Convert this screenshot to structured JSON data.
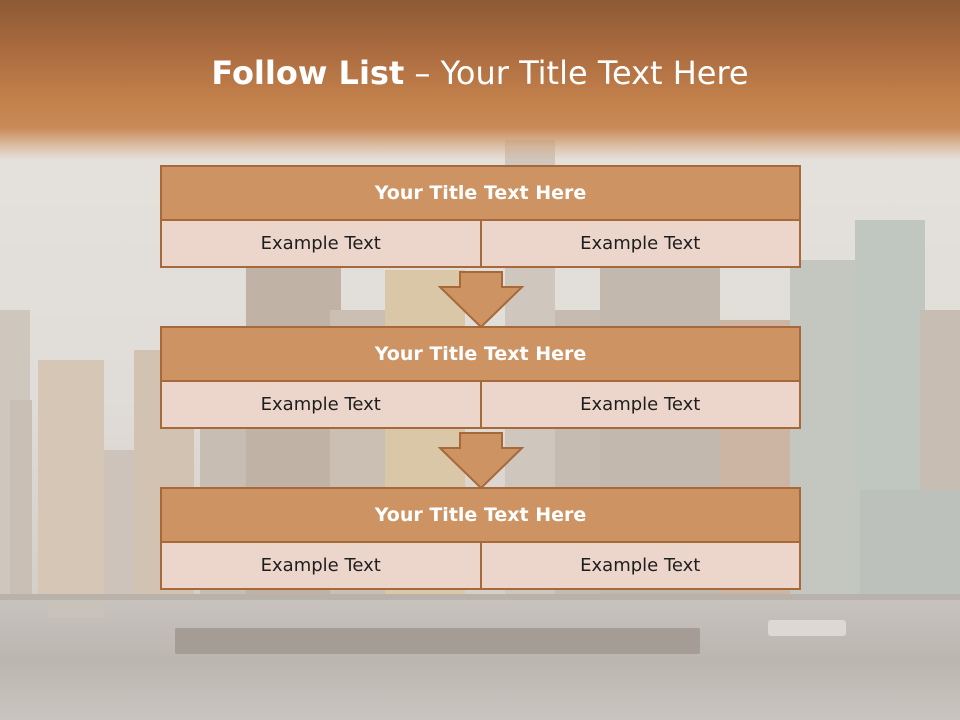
{
  "header": {
    "title_bold": "Follow List",
    "title_rest": " – Your Title Text Here"
  },
  "steps": [
    {
      "title": "Your Title Text Here",
      "left_text": "Example Text",
      "right_text": "Example Text"
    },
    {
      "title": "Your Title Text Here",
      "left_text": "Example Text",
      "right_text": "Example Text"
    },
    {
      "title": "Your Title Text Here",
      "left_text": "Example Text",
      "right_text": "Example Text"
    }
  ],
  "icons": [
    "down-arrow-icon",
    "down-arrow-icon"
  ],
  "colors": {
    "header_band": "#c2804b",
    "box_title_fill": "#cd9363",
    "box_cell_fill": "#ecd5cb",
    "box_border": "#a8693a",
    "arrow_fill": "#cd9363"
  }
}
